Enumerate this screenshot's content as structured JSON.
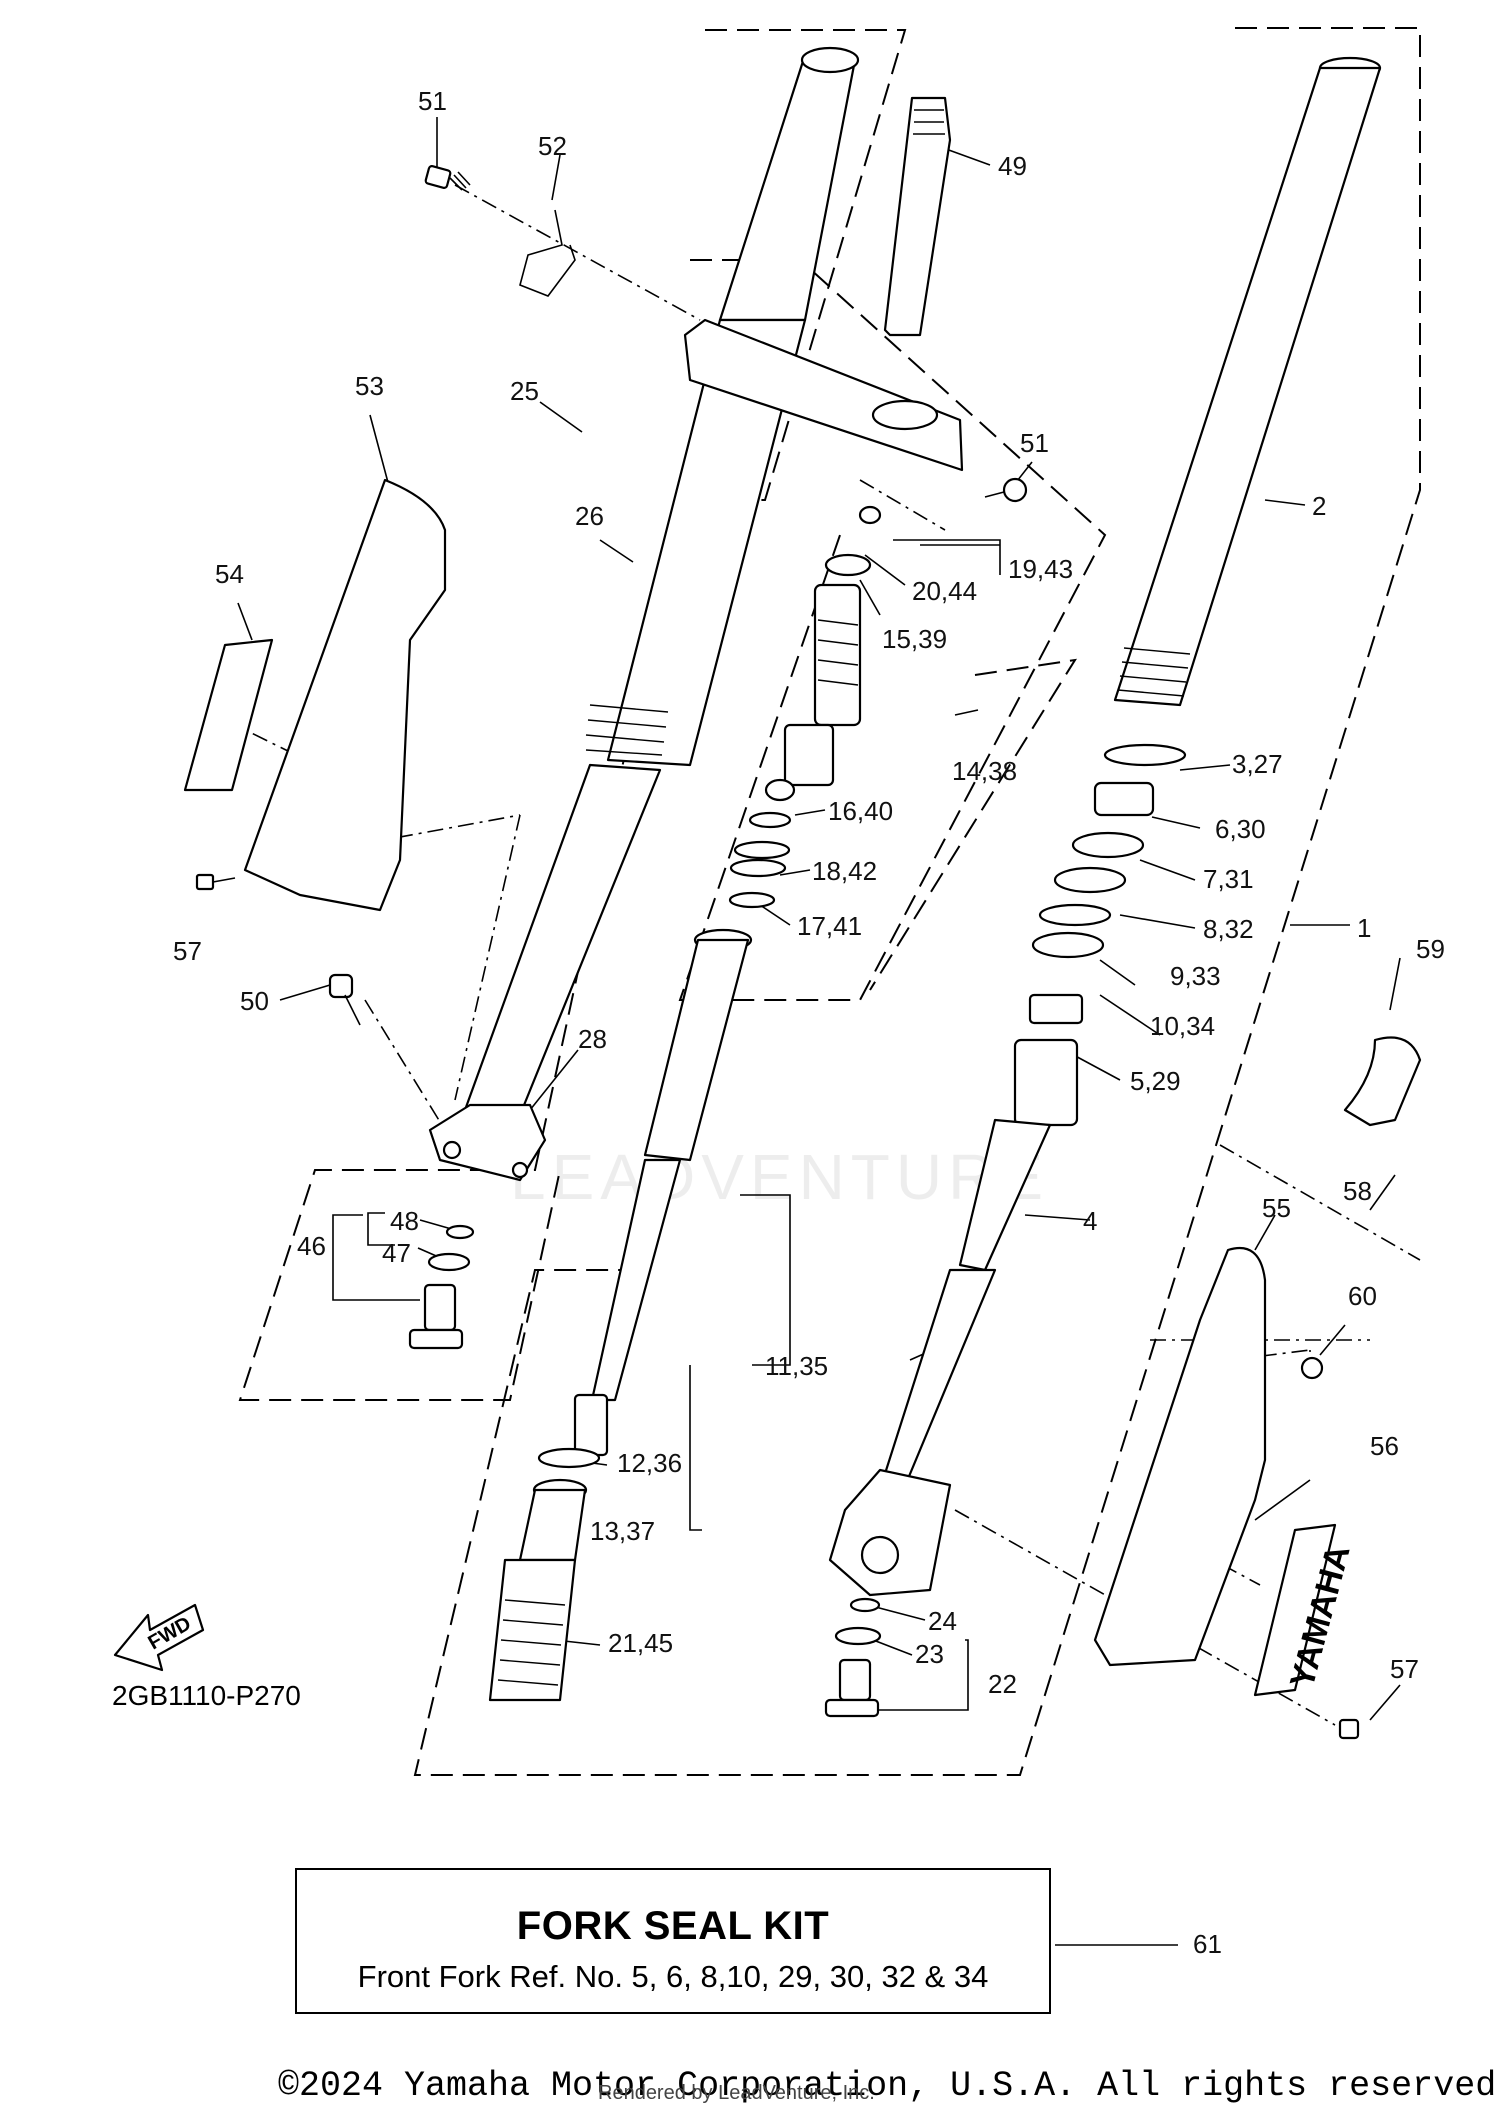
{
  "diagram_code": "2GB1110-P270",
  "fwd_label": "FWD",
  "watermark": "LEADVENTURE",
  "logo_text": "YAMAHA",
  "callouts": {
    "c51a": "51",
    "c52": "52",
    "c49": "49",
    "c53": "53",
    "c25": "25",
    "c51b": "51",
    "c2": "2",
    "c26": "26",
    "c54": "54",
    "c19_43": "19,43",
    "c20_44": "20,44",
    "c15_39": "15,39",
    "c14_38": "14,38",
    "c3_27": "3,27",
    "c16_40": "16,40",
    "c6_30": "6,30",
    "c18_42": "18,42",
    "c7_31": "7,31",
    "c57a": "57",
    "c17_41": "17,41",
    "c8_32": "8,32",
    "c1": "1",
    "c59": "59",
    "c50": "50",
    "c9_33": "9,33",
    "c28": "28",
    "c10_34": "10,34",
    "c5_29": "5,29",
    "c58": "58",
    "c55": "55",
    "c48": "48",
    "c46": "46",
    "c47": "47",
    "c4": "4",
    "c60": "60",
    "c11_35": "11,35",
    "c12_36": "12,36",
    "c56": "56",
    "c13_37": "13,37",
    "c24": "24",
    "c23": "23",
    "c21_45": "21,45",
    "c22": "22",
    "c57b": "57",
    "c61": "61"
  },
  "kit": {
    "title": "FORK SEAL KIT",
    "description": "Front Fork Ref. No. 5, 6, 8,10, 29, 30, 32 & 34"
  },
  "footer": {
    "copyright": "©2024 Yamaha Motor Corporation, U.S.A. All rights reserved.",
    "rendered_by": "Rendered by LeadVenture, Inc."
  }
}
